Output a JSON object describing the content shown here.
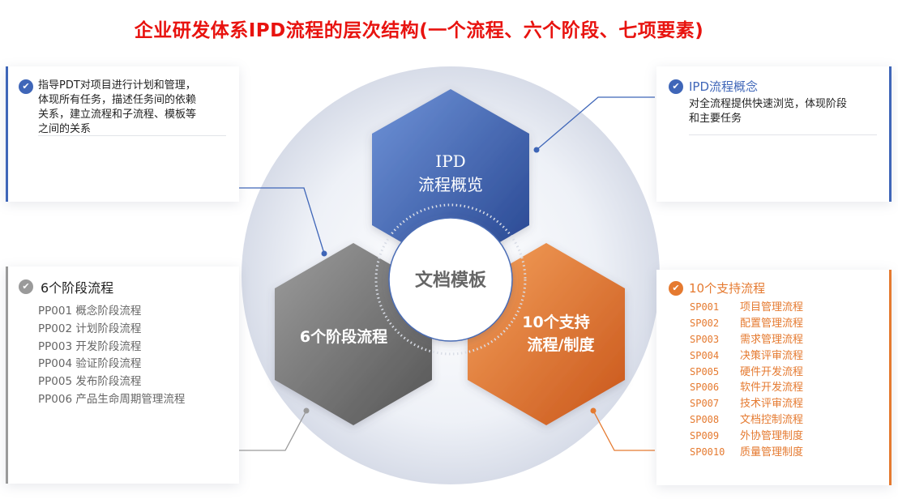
{
  "title": "企业研发体系IPD流程的层次结构(一个流程、六个阶段、七项要素)",
  "center": {
    "label": "文档模板"
  },
  "hexagons": {
    "ipd": {
      "line1": "IPD",
      "line2": "流程概览"
    },
    "phases": {
      "line1": "6个阶段流程"
    },
    "support": {
      "line1": "10个支持",
      "line2": "流程/制度"
    }
  },
  "cards": {
    "pdt": {
      "text": [
        "指导PDT对项目进行计划和管理，",
        "体现所有任务，描述任务间的依赖",
        "关系，建立流程和子流程、模板等",
        "之间的关系"
      ]
    },
    "ipd_overview": {
      "title": "IPD流程概念",
      "text": [
        "对全流程提供快速浏览，体现阶段",
        "和主要任务"
      ]
    },
    "phases": {
      "title": "6个阶段流程",
      "items": [
        "PP001 概念阶段流程",
        "PP002 计划阶段流程",
        "PP003 开发阶段流程",
        "PP004 验证阶段流程",
        "PP005 发布阶段流程",
        "PP006 产品生命周期管理流程"
      ]
    },
    "support": {
      "title": "10个支持流程",
      "items": [
        {
          "code": "SP001",
          "name": "项目管理流程"
        },
        {
          "code": "SP002",
          "name": "配置管理流程"
        },
        {
          "code": "SP003",
          "name": "需求管理流程"
        },
        {
          "code": "SP004",
          "name": "决策评审流程"
        },
        {
          "code": "SP005",
          "name": "硬件开发流程"
        },
        {
          "code": "SP006",
          "name": "软件开发流程"
        },
        {
          "code": "SP007",
          "name": "技术评审流程"
        },
        {
          "code": "SP008",
          "name": "文档控制流程"
        },
        {
          "code": "SP009",
          "name": "外协管理制度"
        },
        {
          "code": "SP0010",
          "name": "质量管理制度"
        }
      ]
    }
  },
  "colors": {
    "title": "#e8130f",
    "blue": "#3a5fad",
    "gray": "#7a7a7a",
    "orange": "#e57a30"
  },
  "icons": {
    "check": "check-circle-icon"
  }
}
